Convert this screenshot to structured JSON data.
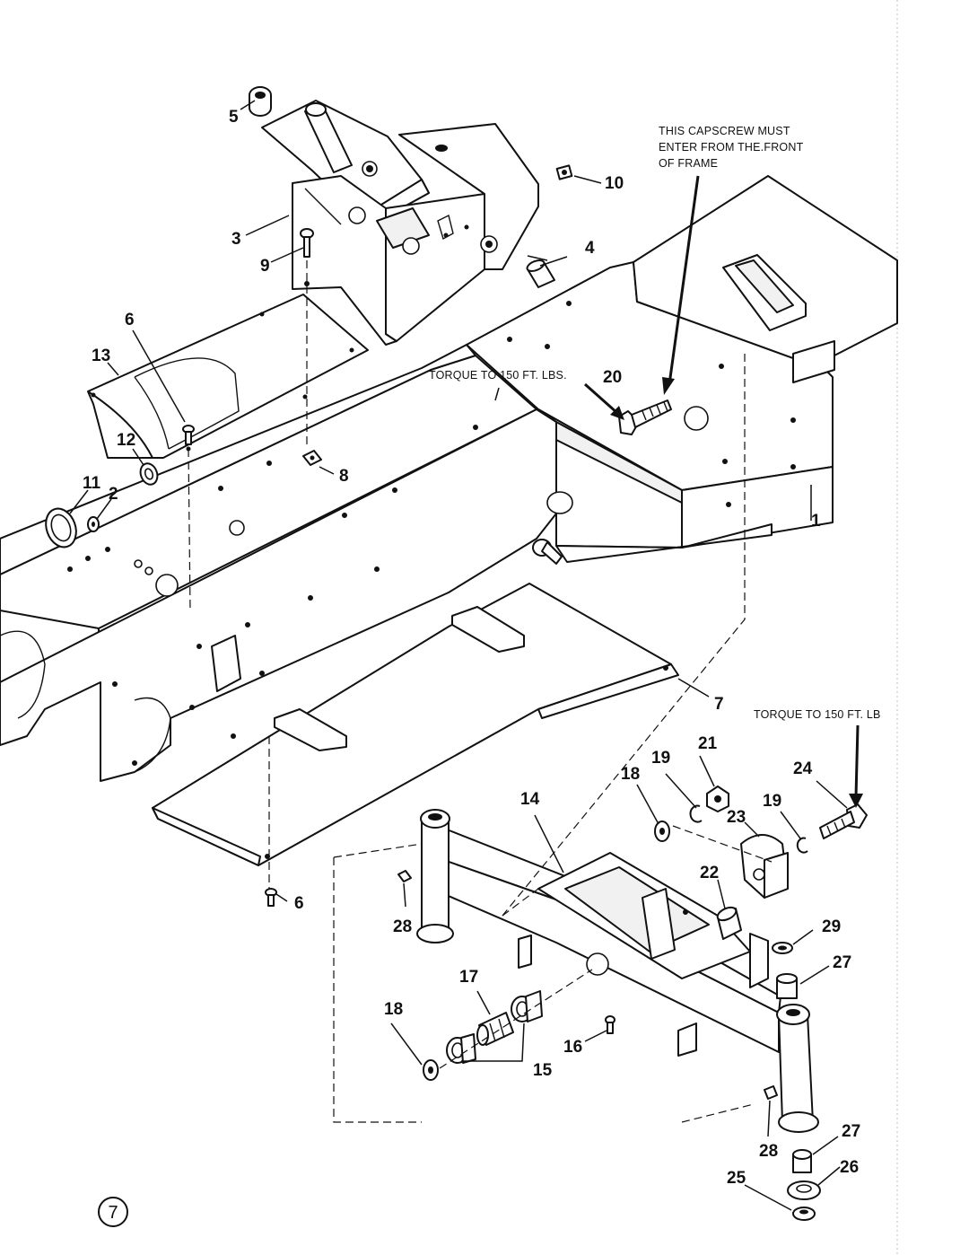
{
  "notes": {
    "capscrew_line1": "THIS CAPSCREW MUST",
    "capscrew_line2": "ENTER FROM THE.FRONT",
    "capscrew_line3": "OF FRAME",
    "torque_upper": "TORQUE TO 150 FT. LBS.",
    "torque_lower": "TORQUE TO 150 FT. LB"
  },
  "callouts": {
    "c1": "1",
    "c2": "2",
    "c3": "3",
    "c4": "4",
    "c5": "5",
    "c6a": "6",
    "c6b": "6",
    "c7": "7",
    "c8": "8",
    "c9": "9",
    "c10": "10",
    "c11": "11",
    "c12": "12",
    "c13": "13",
    "c14": "14",
    "c15": "15",
    "c16": "16",
    "c17": "17",
    "c18a": "18",
    "c18b": "18",
    "c19a": "19",
    "c19b": "19",
    "c20": "20",
    "c21": "21",
    "c22": "22",
    "c23": "23",
    "c24": "24",
    "c25": "25",
    "c26": "26",
    "c27a": "27",
    "c27b": "27",
    "c28a": "28",
    "c28b": "28",
    "c29": "29"
  },
  "page_number": "7"
}
